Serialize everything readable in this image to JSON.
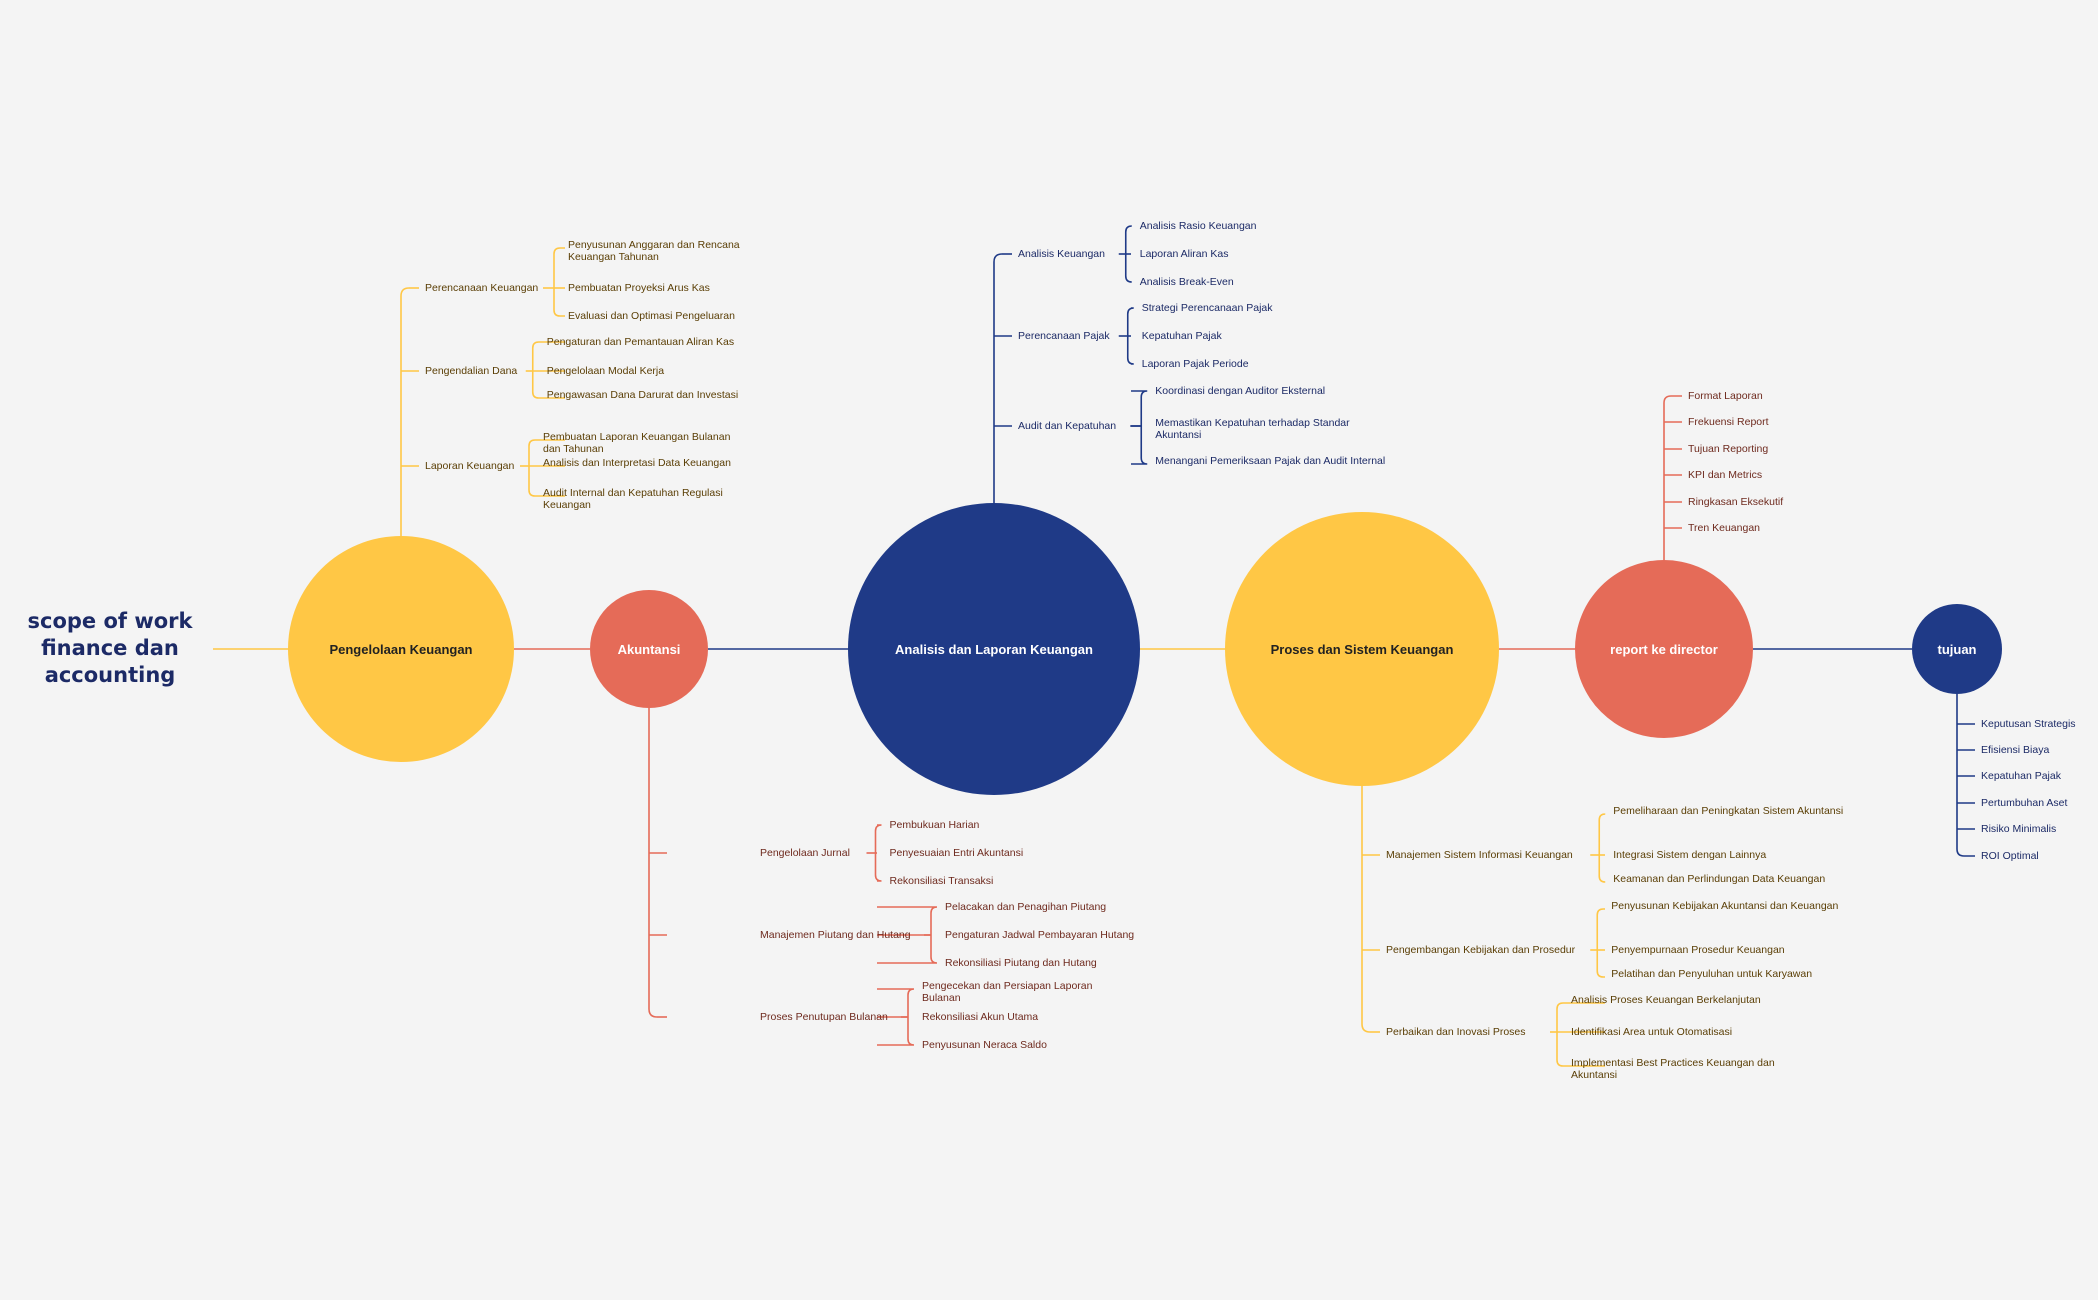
{
  "title": "scope of work finance dan accounting",
  "colors": {
    "yellow": "#ffc745",
    "coral": "#e56b58",
    "navy": "#1f3a87",
    "yellow_text": "#5a3e05",
    "coral_text": "#6e2a1e",
    "navy_text": "#1c2a66"
  },
  "nodes": [
    {
      "label": "Pengelolaan Keuangan",
      "color": "yellow",
      "branches": [
        {
          "label": "Perencanaan Keuangan",
          "items": [
            "Penyusunan Anggaran dan Rencana Keuangan Tahunan",
            "Pembuatan Proyeksi Arus Kas",
            "Evaluasi dan Optimasi Pengeluaran"
          ]
        },
        {
          "label": "Pengendalian Dana",
          "items": [
            "Pengaturan dan Pemantauan Aliran Kas",
            "Pengelolaan Modal Kerja",
            "Pengawasan Dana Darurat dan Investasi"
          ]
        },
        {
          "label": "Laporan Keuangan",
          "items": [
            "Pembuatan Laporan Keuangan Bulanan dan Tahunan",
            "Analisis dan Interpretasi Data Keuangan",
            "Audit Internal dan Kepatuhan Regulasi Keuangan"
          ]
        }
      ]
    },
    {
      "label": "Akuntansi",
      "color": "coral",
      "branches": [
        {
          "label": "Pengelolaan Jurnal",
          "items": [
            "Pembukuan Harian",
            "Penyesuaian Entri Akuntansi",
            "Rekonsiliasi Transaksi"
          ]
        },
        {
          "label": "Manajemen Piutang dan Hutang",
          "items": [
            "Pelacakan dan Penagihan Piutang",
            "Pengaturan Jadwal Pembayaran Hutang",
            "Rekonsiliasi Piutang dan Hutang"
          ]
        },
        {
          "label": "Proses Penutupan Bulanan",
          "items": [
            "Pengecekan dan Persiapan Laporan Bulanan",
            "Rekonsiliasi Akun Utama",
            "Penyusunan Neraca Saldo"
          ]
        }
      ]
    },
    {
      "label": "Analisis dan Laporan Keuangan",
      "color": "navy",
      "branches": [
        {
          "label": "Analisis Keuangan",
          "items": [
            "Analisis Rasio Keuangan",
            "Laporan Aliran Kas",
            "Analisis Break-Even"
          ]
        },
        {
          "label": "Perencanaan Pajak",
          "items": [
            "Strategi Perencanaan Pajak",
            "Kepatuhan Pajak",
            "Laporan Pajak Periode"
          ]
        },
        {
          "label": "Audit dan Kepatuhan",
          "items": [
            "Koordinasi dengan Auditor Eksternal",
            "Memastikan Kepatuhan terhadap Standar Akuntansi",
            "Menangani Pemeriksaan Pajak dan Audit Internal"
          ]
        }
      ]
    },
    {
      "label": "Proses dan Sistem Keuangan",
      "color": "yellow",
      "branches": [
        {
          "label": "Manajemen Sistem Informasi Keuangan",
          "items": [
            "Pemeliharaan dan Peningkatan Sistem Akuntansi",
            "Integrasi Sistem dengan Lainnya",
            "Keamanan dan Perlindungan Data Keuangan"
          ]
        },
        {
          "label": "Pengembangan Kebijakan dan Prosedur",
          "items": [
            "Penyusunan Kebijakan Akuntansi dan Keuangan",
            "Penyempurnaan Prosedur Keuangan",
            "Pelatihan dan Penyuluhan untuk Karyawan"
          ]
        },
        {
          "label": "Perbaikan dan Inovasi Proses",
          "items": [
            "Analisis Proses Keuangan Berkelanjutan",
            "Identifikasi Area untuk Otomatisasi",
            "Implementasi Best Practices Keuangan dan Akuntansi"
          ]
        }
      ]
    },
    {
      "label": "report ke director",
      "color": "coral",
      "items": [
        "Format Laporan",
        "Frekuensi Report",
        "Tujuan Reporting",
        "KPI dan Metrics",
        "Ringkasan Eksekutif",
        "Tren Keuangan"
      ]
    },
    {
      "label": "tujuan",
      "color": "navy",
      "items": [
        "Keputusan Strategis",
        "Efisiensi Biaya",
        "Kepatuhan Pajak",
        "Pertumbuhan Aset",
        "Risiko Minimalis",
        "ROI Optimal"
      ]
    }
  ]
}
